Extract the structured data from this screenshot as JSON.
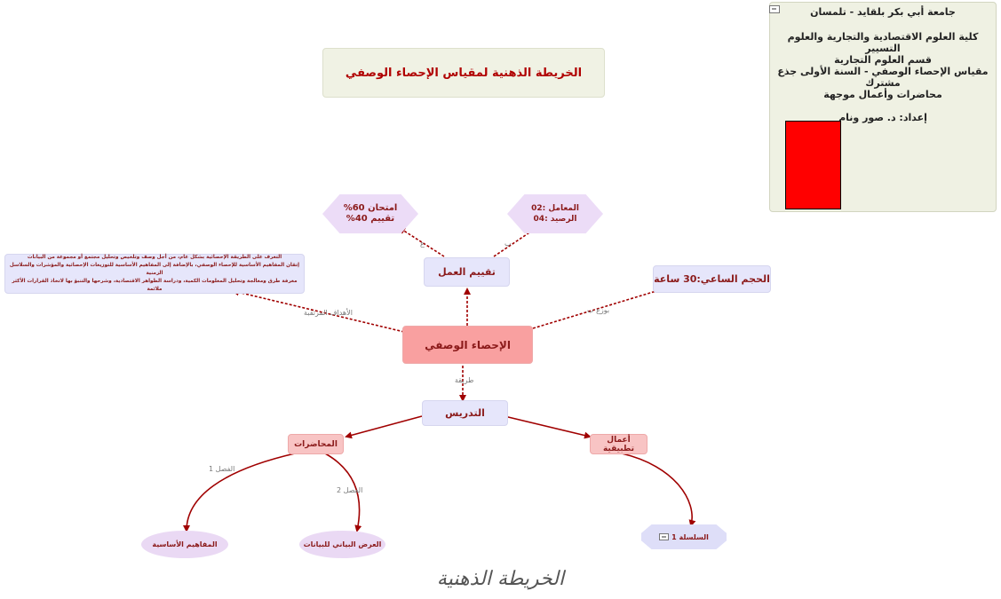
{
  "title": "الخريطة الذهنية لمقياس الإحصاء الوصفي",
  "info_panel": {
    "university": "جامعة أبي بكر بلقايد - تلمسان",
    "faculty": "كلية العلوم الاقتصادية والتجارية والعلوم التسيير",
    "department": "قسم العلوم التجارية",
    "course": "مقياس الإحصاء الوصفي - السنة الأولى جذع مشترك",
    "type": "محاضرات وأعمال موجهة",
    "author": "إعداد: د. صور ونام"
  },
  "nodes": {
    "central": "الإحصاء الوصفي",
    "evaluation": "تقييم العمل",
    "exam": "امتحان 60%",
    "assessment": "تقييم 40%",
    "coefficient": "المعامل :02",
    "credit": "الرصيد :04",
    "hours": "الحجم الساعي:30 ساعة",
    "goals_1": "التعرف على الطريقة الإحصائية بشكل عام، من أجل وصف وتلخيص وتحليل مجتمع أو مجموعة من البيانات",
    "goals_2": "إتقان المفاهيم الأساسية للإحصاء الوصفي، بالإضافة إلى المفاهيم الأساسية للتوزيعات الإحصائية والمؤشرات والسلاسل الزمنية",
    "goals_3": "معرفة طرق ومعالجة وتحليل المعلومات الكمية، ودراسة الظواهر الاقتصادية، وشرحها والتنبؤ بها لاتخاذ القرارات الأكثر ملائمة",
    "teaching": "التدريس",
    "lectures": "المحاضرات",
    "practical": "أعمال تطبيقية",
    "basic_concepts": "المفاهيم الأساسية",
    "graphical": "العرض البياني للبيانات",
    "series": "السلسلة 1"
  },
  "edge_labels": {
    "goals": "الأهداف المرتقبة",
    "hours": "بوزع ب",
    "method": "طريقة",
    "ch1": "الفصل 1",
    "ch2": "الفصل 2",
    "exam_edge": "ع",
    "coef_edge": "ب"
  },
  "caption": "الخريطة الذهنية",
  "colors": {
    "link": "#a00000",
    "title_text": "#b00000",
    "node_text": "#8b1a1a",
    "central_fill": "#f9a0a0",
    "pink_fill": "#f8c4c4",
    "lavender_fill": "#e6e6fb"
  }
}
